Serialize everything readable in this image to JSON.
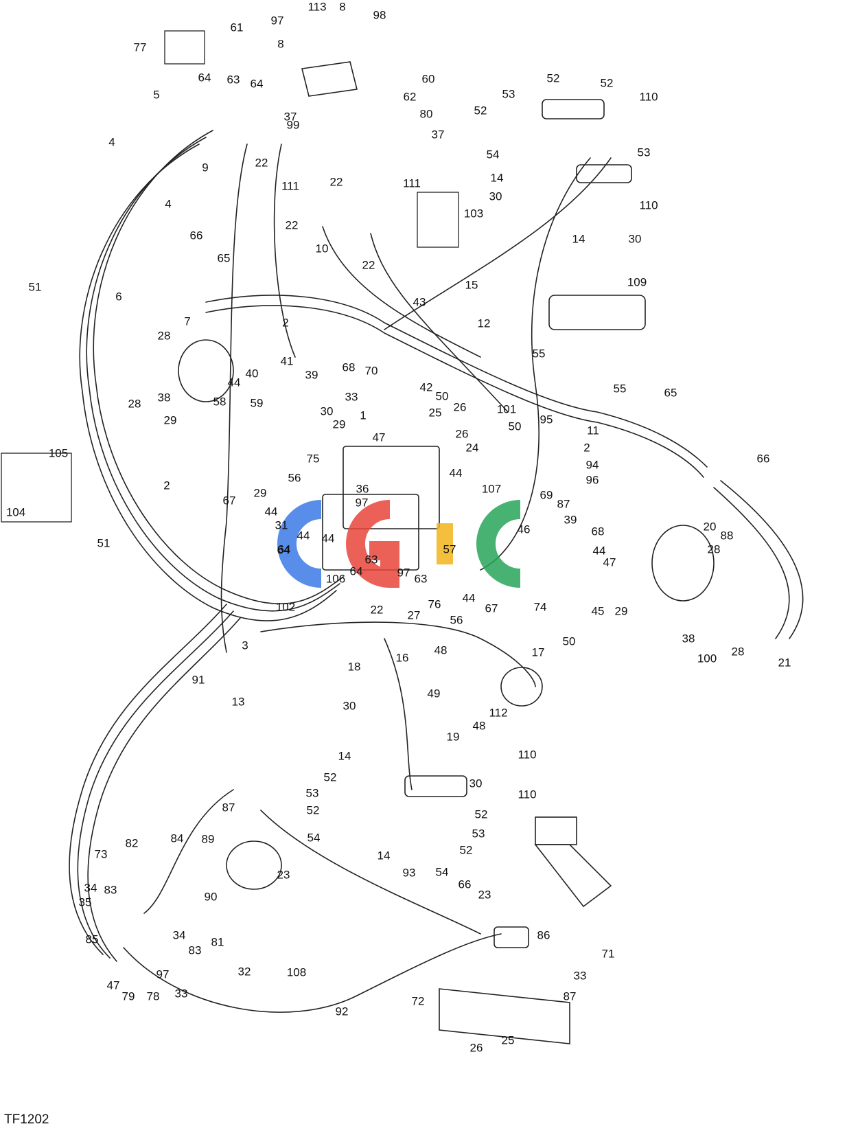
{
  "figure_id": "TF1202",
  "watermark_text": "CGC",
  "watermark_colors": [
    "#3b7be6",
    "#e8463c",
    "#f2b41b",
    "#28a55a"
  ],
  "callouts": [
    "113",
    "8",
    "98",
    "97",
    "8",
    "61",
    "77",
    "60",
    "62",
    "80",
    "64",
    "63",
    "64",
    "5",
    "99",
    "37",
    "37",
    "4",
    "4",
    "9",
    "22",
    "22",
    "111",
    "111",
    "103",
    "22",
    "22",
    "52",
    "52",
    "53",
    "52",
    "110",
    "54",
    "53",
    "14",
    "30",
    "110",
    "14",
    "30",
    "66",
    "65",
    "10",
    "15",
    "51",
    "109",
    "6",
    "7",
    "28",
    "38",
    "28",
    "2",
    "41",
    "40",
    "44",
    "39",
    "43",
    "12",
    "55",
    "55",
    "68",
    "70",
    "42",
    "33",
    "50",
    "58",
    "59",
    "29",
    "30",
    "29",
    "25",
    "26",
    "26",
    "1",
    "47",
    "101",
    "50",
    "95",
    "65",
    "11",
    "2",
    "24",
    "94",
    "96",
    "66",
    "105",
    "104",
    "2",
    "67",
    "75",
    "97",
    "36",
    "44",
    "29",
    "56",
    "31",
    "107",
    "69",
    "87",
    "39",
    "46",
    "68",
    "44",
    "47",
    "51",
    "44",
    "44",
    "64",
    "63",
    "57",
    "44",
    "20",
    "88",
    "28",
    "64",
    "106",
    "22",
    "97",
    "63",
    "27",
    "76",
    "56",
    "44",
    "67",
    "74",
    "45",
    "29",
    "102",
    "3",
    "16",
    "38",
    "100",
    "28",
    "21",
    "48",
    "17",
    "18",
    "50",
    "49",
    "112",
    "48",
    "91",
    "13",
    "30",
    "19",
    "14",
    "110",
    "30",
    "52",
    "53",
    "52",
    "110",
    "52",
    "54",
    "53",
    "14",
    "52",
    "54",
    "87",
    "23",
    "93",
    "66",
    "23",
    "86",
    "71",
    "73",
    "82",
    "84",
    "89",
    "34",
    "83",
    "35",
    "90",
    "85",
    "34",
    "83",
    "81",
    "47",
    "79",
    "78",
    "97",
    "33",
    "32",
    "108",
    "33",
    "87",
    "72",
    "92",
    "26",
    "25",
    "64"
  ]
}
